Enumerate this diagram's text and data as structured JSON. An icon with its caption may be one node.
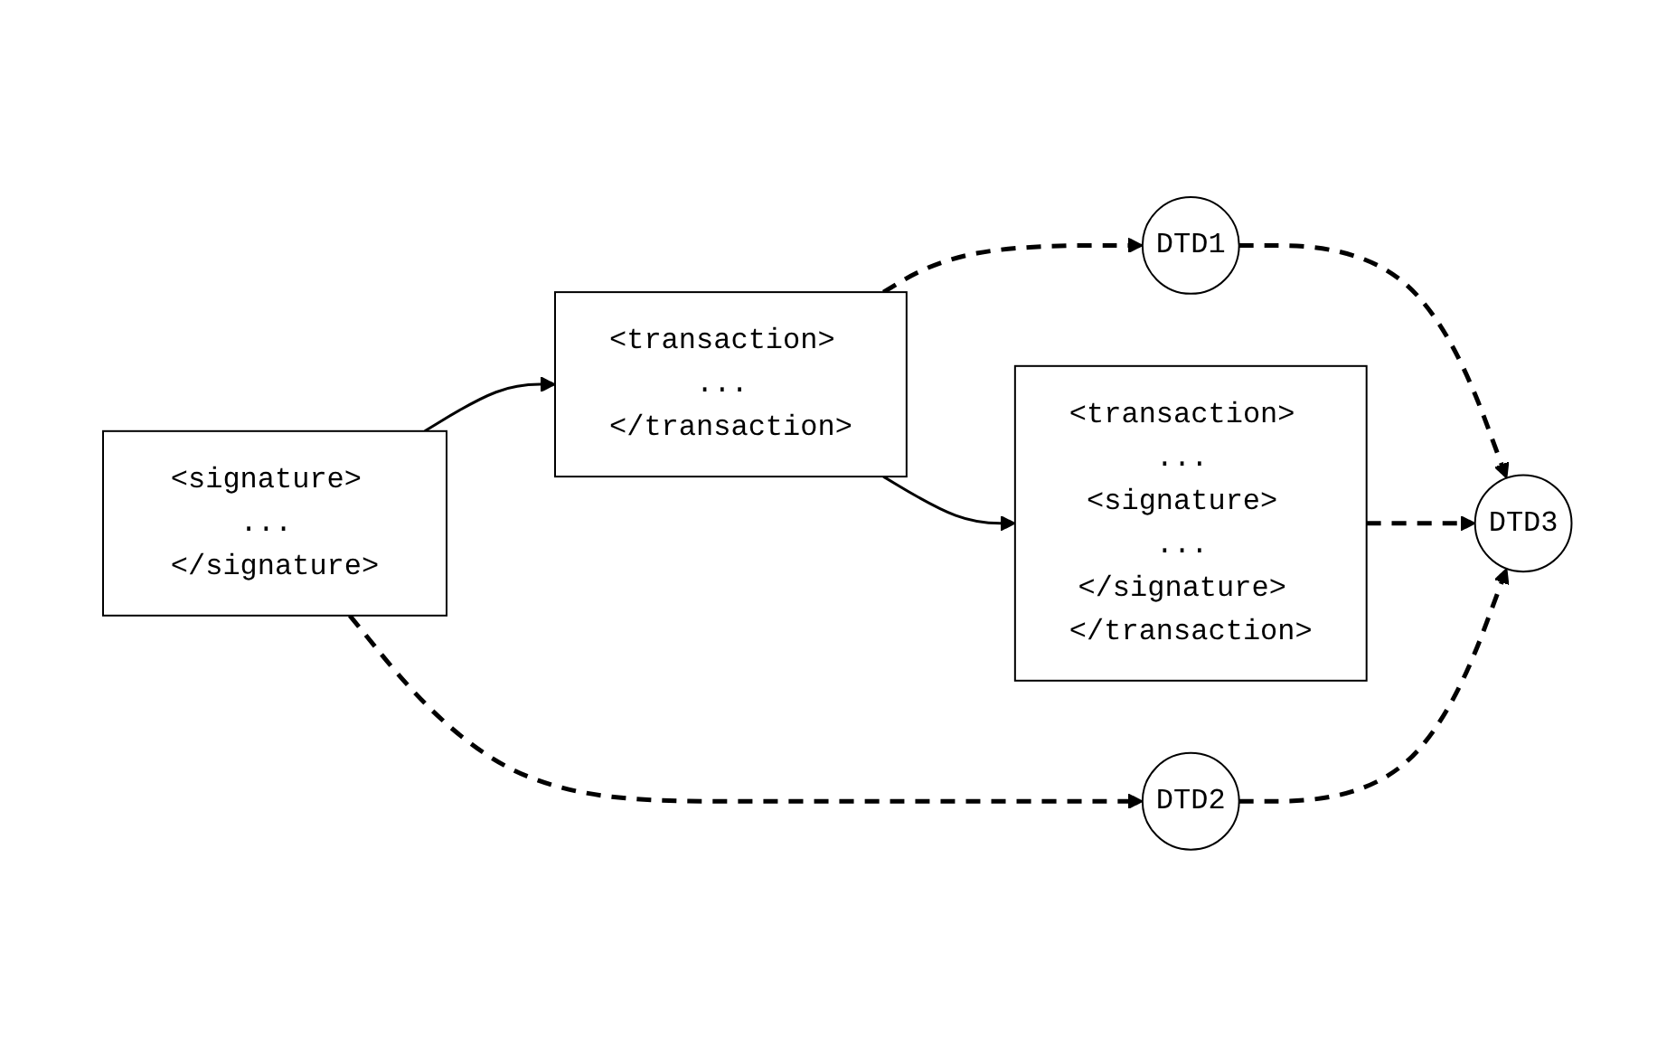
{
  "diagram": {
    "nodes": [
      {
        "text": [
          "<signature> ... </signature>"
        ]
      },
      {
        "text": [
          "DTD2"
        ]
      },
      {
        "text": [
          "<transaction> ... </transaction>"
        ]
      },
      {
        "text": [
          "DTD1"
        ]
      },
      {
        "text": [
          "<transaction> ... <signature> ... </signature> </transaction>"
        ]
      },
      {
        "text": [
          "DTD3"
        ]
      }
    ],
    "edges": [
      {
        "from": 0,
        "to": 2,
        "arrow": "to"
      },
      {
        "from": 0,
        "to": 1,
        "arrow": "to",
        "style": "dashed"
      },
      {
        "from": 2,
        "to": 3,
        "arrow": "to",
        "style": "dashed"
      },
      {
        "from": 2,
        "to": 4,
        "arrow": "to"
      },
      {
        "from": 3,
        "to": 5,
        "arrow": "to",
        "style": "dashed"
      },
      {
        "from": 1,
        "to": 5,
        "arrow": "to",
        "style": "dashed"
      },
      {
        "from": 4,
        "to": 5,
        "arrow": "to",
        "style": "dashed"
      }
    ]
  }
}
